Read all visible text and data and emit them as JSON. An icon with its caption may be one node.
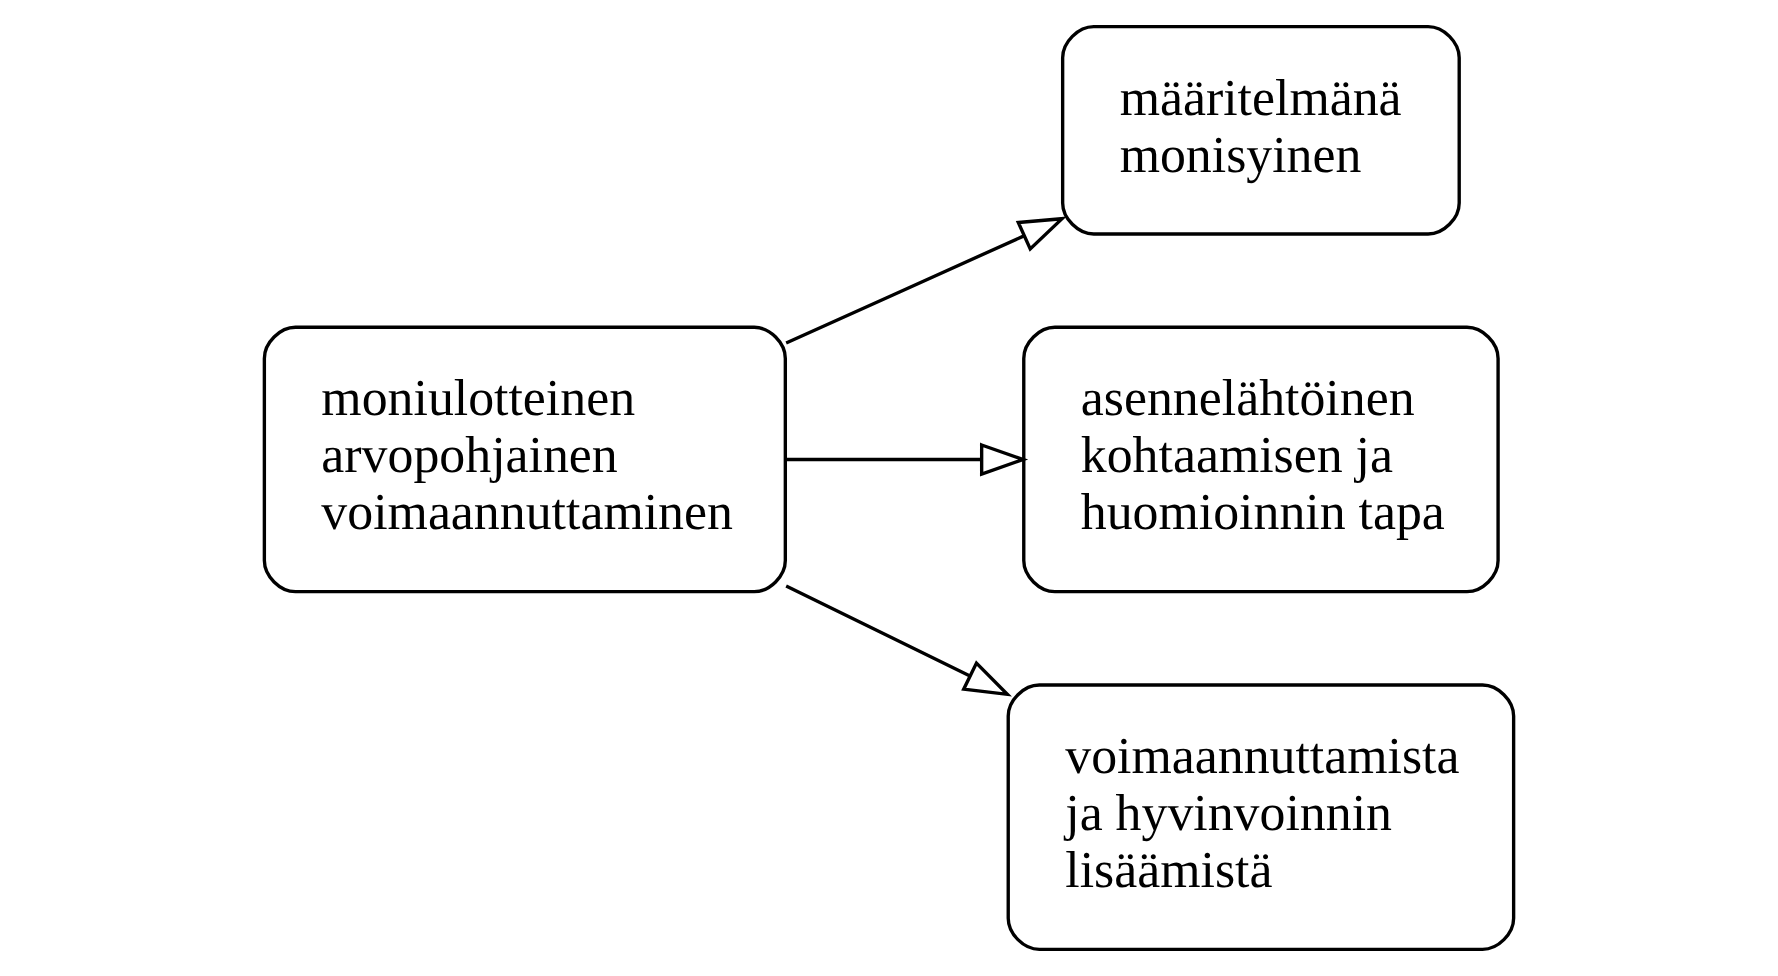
{
  "diagram": {
    "nodes": [
      {
        "text": [
          "moniulotteinen arvopohjainen voimaannuttaminen"
        ]
      },
      {
        "text": [
          "määritelmänä monisyinen"
        ]
      },
      {
        "text": [
          "asennelähtöinen kohtaamisen ja huomioinnin tapa"
        ]
      },
      {
        "text": [
          "voimaannuttamista ja hyvinvoinnin lisäämistä"
        ]
      }
    ],
    "edges": [
      {
        "from": 0,
        "to": 1,
        "arrow": "to"
      },
      {
        "from": 0,
        "to": 2,
        "arrow": "to"
      },
      {
        "from": 0,
        "to": 3,
        "arrow": "to"
      }
    ]
  }
}
